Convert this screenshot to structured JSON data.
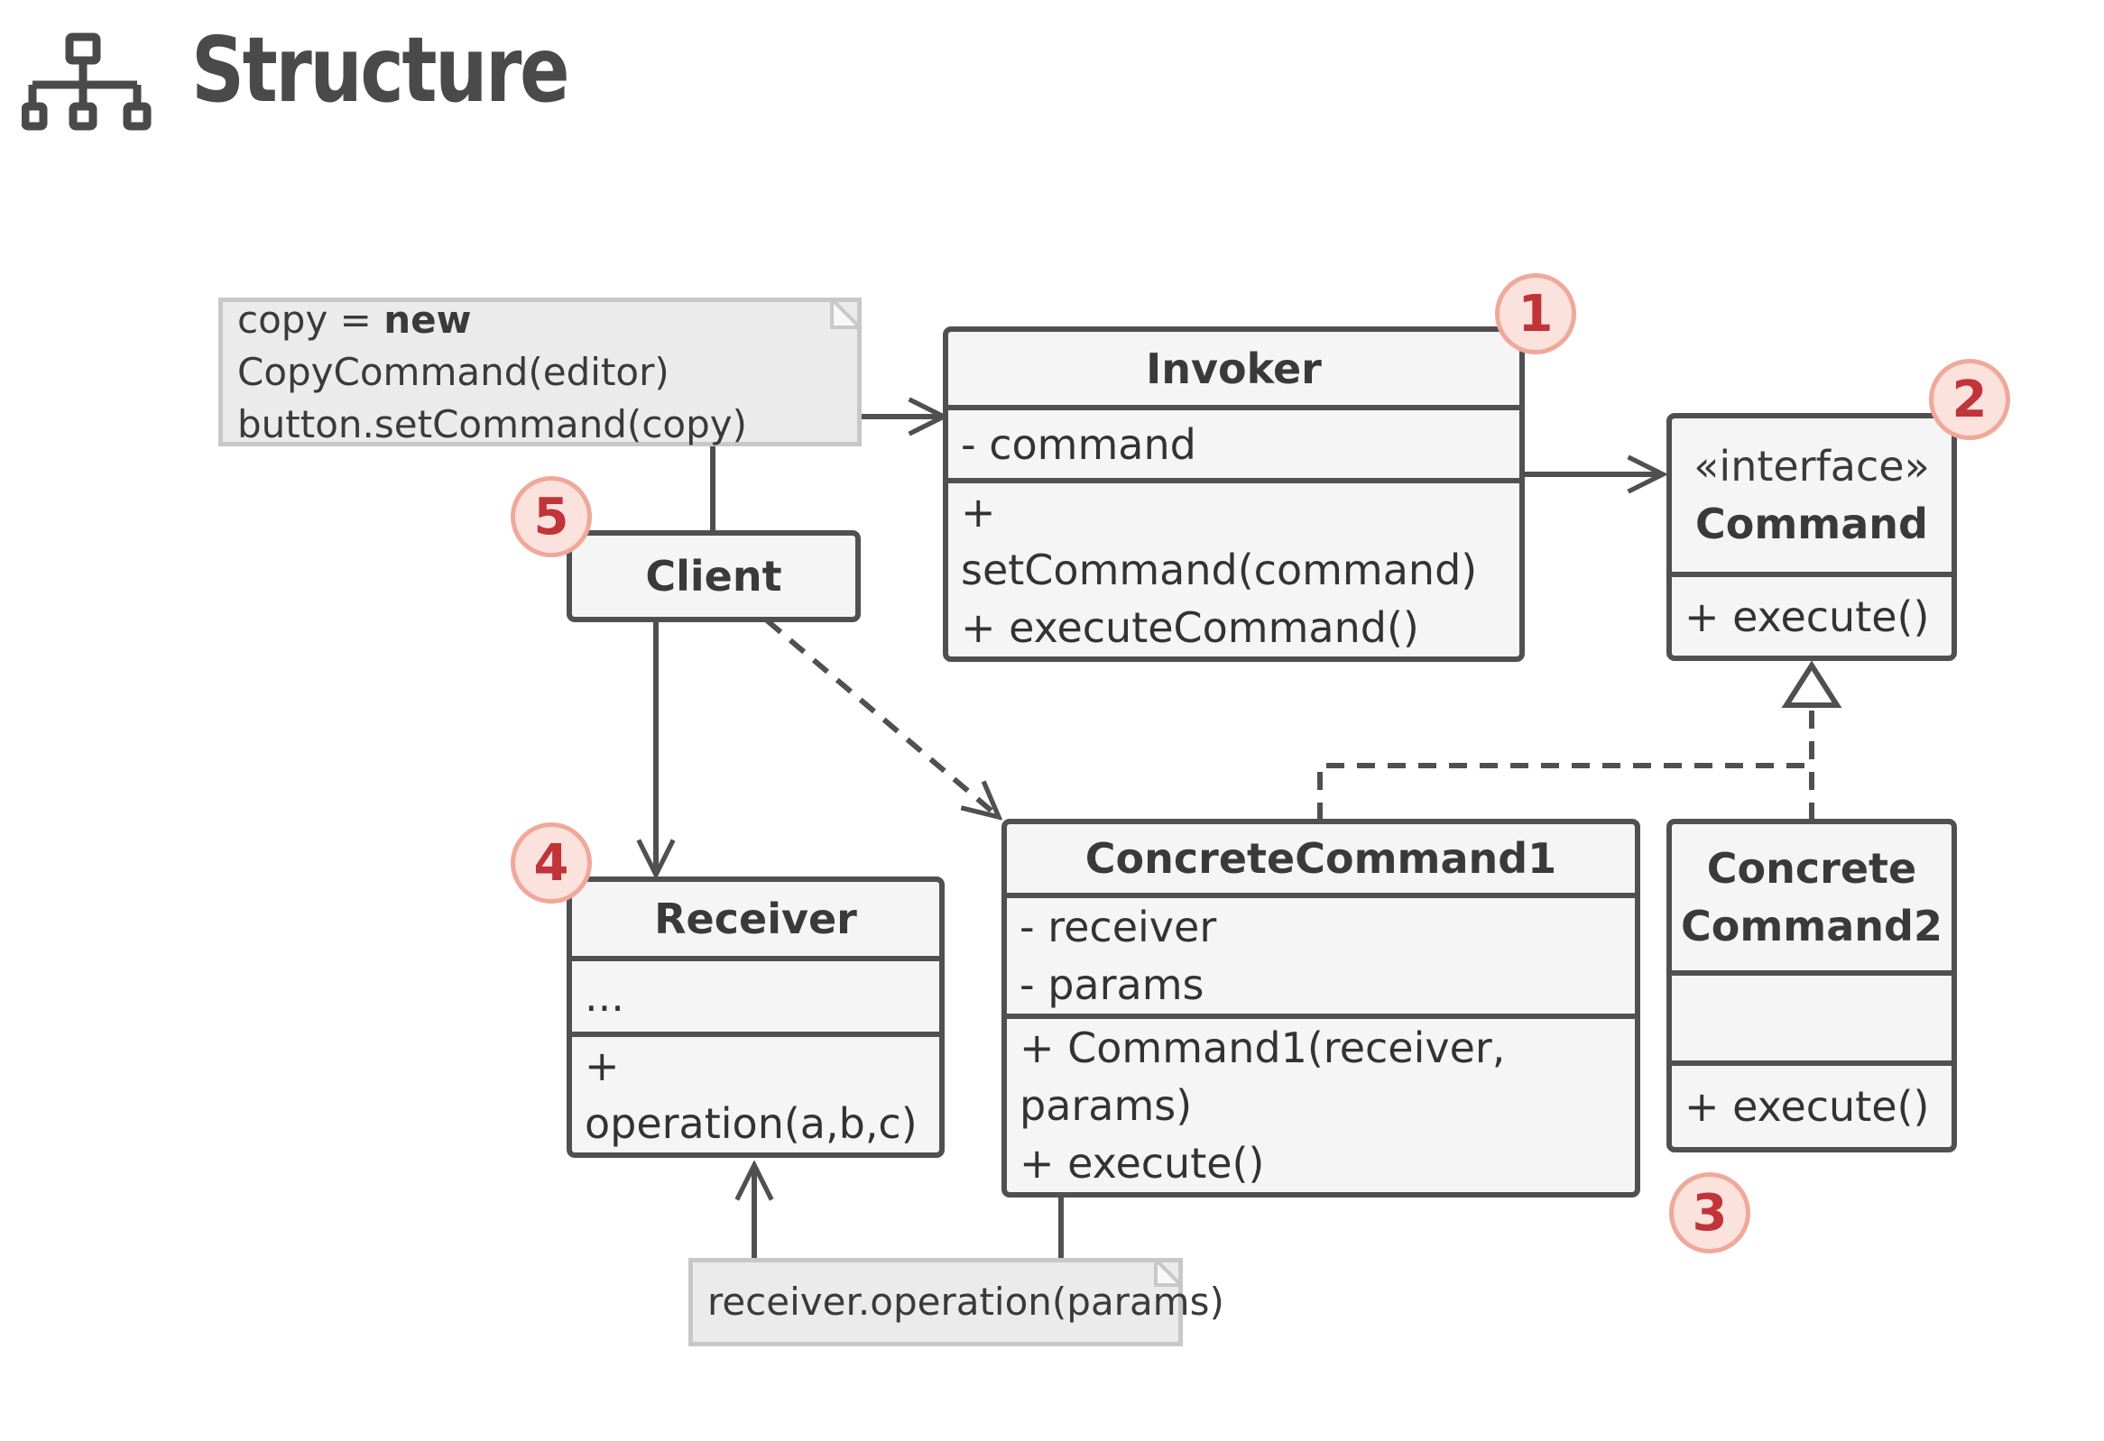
{
  "header": {
    "title": "Structure",
    "icon": "sitemap-icon"
  },
  "classes": {
    "invoker": {
      "name": "Invoker",
      "fields": [
        "- command"
      ],
      "methods": [
        "+ setCommand(command)",
        "+ executeCommand()"
      ]
    },
    "command": {
      "stereotype": "«interface»",
      "name": "Command",
      "methods": [
        "+ execute()"
      ]
    },
    "client": {
      "name": "Client"
    },
    "receiver": {
      "name": "Receiver",
      "fields": [
        "..."
      ],
      "methods": [
        "+ operation(a,b,c)"
      ]
    },
    "concrete1": {
      "name": "ConcreteCommand1",
      "fields": [
        "- receiver",
        "- params"
      ],
      "methods": [
        "+ Command1(receiver, params)",
        "+ execute()"
      ]
    },
    "concrete2": {
      "name_line1": "Concrete",
      "name_line2": "Command2",
      "methods": [
        "+ execute()"
      ]
    }
  },
  "notes": {
    "client_note": {
      "line1_pre": "copy = ",
      "line1_bold": "new",
      "line1_post": " CopyCommand(editor)",
      "line2": "button.setCommand(copy)"
    },
    "receiver_note": {
      "text": "receiver.operation(params)"
    }
  },
  "badges": [
    "1",
    "2",
    "3",
    "4",
    "5"
  ],
  "colors": {
    "line": "#505050",
    "box_fill": "#f5f5f5",
    "note_fill": "#ebebeb",
    "badge_fill": "#fbe2dc",
    "badge_border": "#f0a89a",
    "badge_text": "#c0343a"
  }
}
